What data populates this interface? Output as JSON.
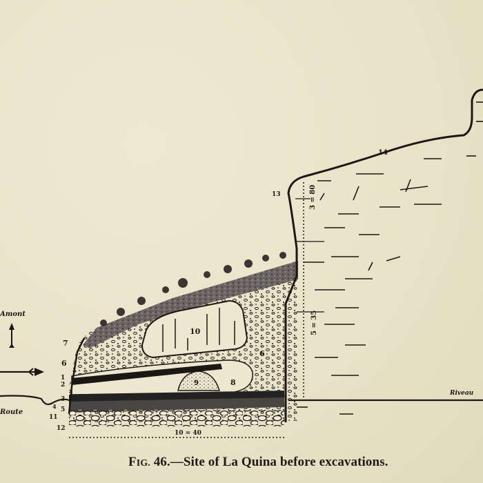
{
  "figure": {
    "caption_prefix": "F",
    "caption_prefix_small": "IG.",
    "caption_number": " 46.",
    "caption_text": "—Site of La Quina before excavations."
  },
  "labels": {
    "amont": "Amont",
    "route": "Route",
    "riveau": "Riveau",
    "width_measure": "10 = 40",
    "height_measure_upper": "3 = 80",
    "height_measure_lower": "5 = 35",
    "layer_numbers": [
      "7",
      "6",
      "1",
      "2",
      "3",
      "4",
      "5",
      "11",
      "12"
    ],
    "block_10": "10",
    "block_9": "9",
    "block_8": "8",
    "debris_6": "6",
    "cliff_13": "13",
    "cliff_14": "14"
  },
  "colors": {
    "paper": "#ece5cd",
    "ink": "#1a1714",
    "vegetation": "#55504f"
  }
}
